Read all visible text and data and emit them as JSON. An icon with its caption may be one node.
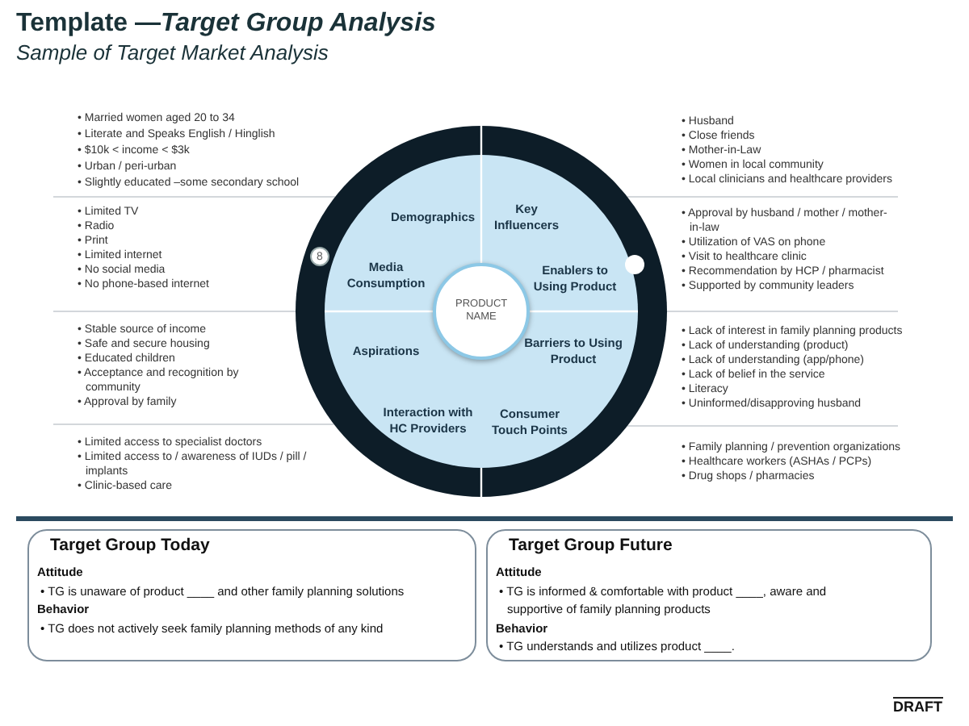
{
  "diagram": {
    "title": "Template —*Target Group Analysis*",
    "nodes": [
      {
        "text": [],
        "shape": "circle"
      },
      {
        "text": [],
        "shape": "circle",
        "in": 0
      },
      {
        "text": [
          "8"
        ],
        "in": 0
      },
      {
        "text": [],
        "shape": "circle",
        "in": 0
      },
      {
        "text": [
          "Demographics"
        ],
        "in": 1,
        "beside": [
          "• Married women aged 20 to 34",
          "• Literate and Speaks English / Hinglish",
          "• $10k < income < $3k",
          "• Urban / peri-urban",
          "• Slightly educated –some secondary school"
        ]
      },
      {
        "text": [
          "Key Influencers"
        ],
        "in": 1,
        "beside": [
          "• Husband",
          "• Close friends",
          "• Mother-in-Law",
          "• Women in local community",
          "• Local clinicians and healthcare providers"
        ]
      },
      {
        "text": [
          "Media Consumption"
        ],
        "in": 1,
        "beside": [
          "• Limited TV",
          "• Radio",
          "• Print",
          "• Limited internet",
          "• No social media",
          "• No phone-based internet"
        ]
      },
      {
        "text": [
          "Enablers to Using Product"
        ],
        "in": 1,
        "beside": [
          "• Approval by husband / mother / mother-in-law",
          "• Utilization of VAS on phone",
          "• Visit to healthcare clinic",
          "• Recommendation by HCP / pharmacist",
          "• Supported by community leaders"
        ]
      },
      {
        "text": [
          "PRODUCT NAME"
        ],
        "in": 1
      },
      {
        "text": [
          "Aspirations"
        ],
        "in": 1,
        "beside": [
          "• Stable source of income",
          "• Safe and secure housing",
          "• Educated children",
          "• Acceptance and recognition by community",
          "• Approval by family"
        ]
      },
      {
        "text": [
          "Barriers to Using Product"
        ],
        "in": 1,
        "beside": [
          "• Lack of interest in family planning products",
          "• Lack of understanding (product)",
          "• Lack of understanding (app/phone)",
          "• Lack of belief in the service",
          "• Literacy",
          "• Uninformed/disapproving husband"
        ]
      },
      {
        "text": [
          "Interaction with HC Providers"
        ],
        "in": 1,
        "beside": [
          "• Limited access to specialist doctors",
          "• Limited access to / awareness of IUDs / pill / implants",
          "• Clinic-based care"
        ]
      },
      {
        "text": [
          "Consumer Touch Points"
        ],
        "in": 1,
        "beside": [
          "• Family planning / prevention organizations",
          "• Healthcare workers (ASHAs / PCPs)",
          "• Drug shops / pharmacies"
        ]
      },
      {
        "text": [
          "Target Group Today",
          "Attitude",
          "• TG is unaware of product ____ and other family planning solutions",
          "Behavior",
          "• TG does not actively seek family planning methods of any kind"
        ]
      },
      {
        "text": [
          "Target Group Future",
          "Attitude",
          "• TG is informed & comfortable with product ____, aware and supportive of family planning products",
          "Behavior",
          "• TG understands and utilizes product ____."
        ]
      }
    ],
    "labels": [
      "Sample of Target Market Analysis",
      "DRAFT"
    ]
  }
}
